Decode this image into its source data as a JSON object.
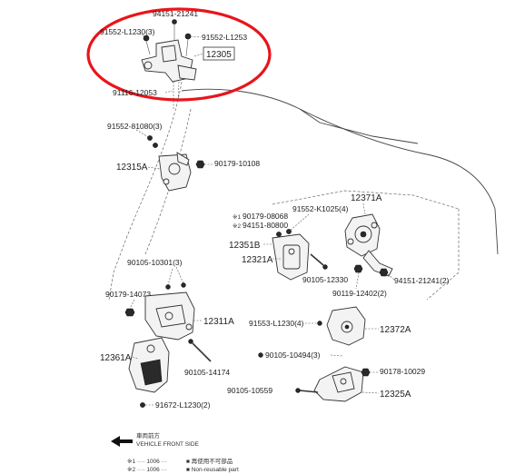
{
  "callouts": {
    "top_clipped": "94151-21241",
    "p91552_l1230_3": "91552-L1230(3)",
    "p91552_l1253": "91552-L1253",
    "p12305": "12305",
    "p91116_12053": "91116-12053",
    "p91552_81080_3": "91552-81080(3)",
    "p12315a": "12315A",
    "p90179_10108": "90179-10108",
    "p12371a": "12371A",
    "p91552_k1025_4": "91552-K1025(4)",
    "p90179_08068": "90179-08068",
    "p94151_80800": "94151-80800",
    "p12351b": "12351B",
    "p12321a": "12321A",
    "p90105_12330": "90105-12330",
    "p94151_21241_2": "94151-21241(2)",
    "p90119_12402_2": "90119-12402(2)",
    "p90105_10301_3": "90105-10301(3)",
    "p90179_14073": "90179-14073",
    "p12311a": "12311A",
    "p91553_l1230_4": "91553-L1230(4)",
    "p12372a": "12372A",
    "p12361a": "12361A",
    "p90105_14174": "90105-14174",
    "p90105_10494_3": "90105-10494(3)",
    "p90178_10029": "90178-10029",
    "p90105_10559": "90105-10559",
    "p12325a": "12325A",
    "p91672_l1230_2": "91672-L1230(2)"
  },
  "notes": {
    "prefix_a": "※1",
    "prefix_b": "※2",
    "direction_cn": "車両前方",
    "direction_en": "VEHICLE FRONT SIDE",
    "legend_1a": "※1 ···· 1006 ···",
    "legend_1b": "■ 再使用不可部品",
    "legend_2a": "※2 ···· 1006 ···",
    "legend_2b": "■ Non-reusable part"
  },
  "colors": {
    "highlight_ring": "#e8151b",
    "line": "#333333"
  },
  "icons": {
    "front_arrow": "arrow-left-icon"
  }
}
